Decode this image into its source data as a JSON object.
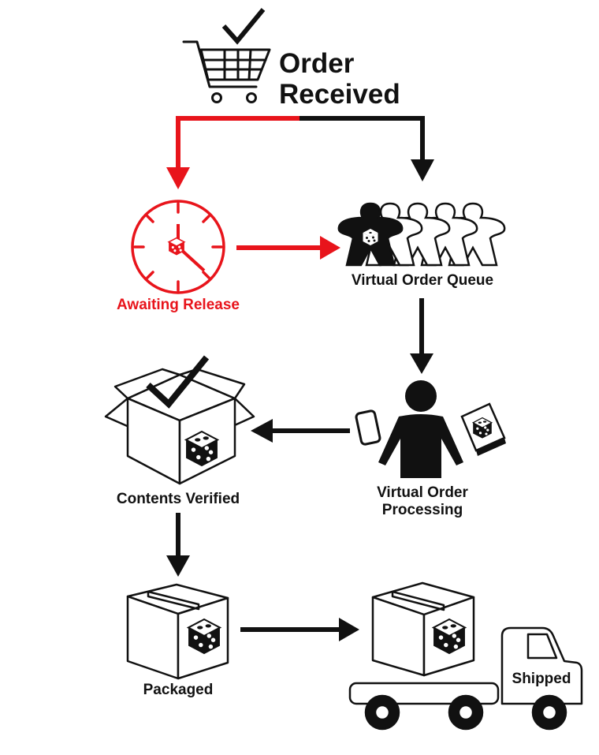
{
  "colors": {
    "highlight": "#e8141b",
    "ink": "#111111"
  },
  "title": {
    "line1": "Order",
    "line2": "Received"
  },
  "nodes": {
    "awaiting_release": "Awaiting Release",
    "virtual_order_queue": "Virtual Order Queue",
    "virtual_order_processing_line1": "Virtual Order",
    "virtual_order_processing_line2": "Processing",
    "contents_verified": "Contents Verified",
    "packaged": "Packaged",
    "shipped": "Shipped"
  },
  "icons": [
    "shopping-cart-icon",
    "checkmark-icon",
    "clock-icon",
    "meeple-queue-icon",
    "person-icon",
    "phone-icon",
    "dice-card-icon",
    "open-box-icon",
    "closed-box-icon",
    "truck-icon",
    "die-icon"
  ]
}
